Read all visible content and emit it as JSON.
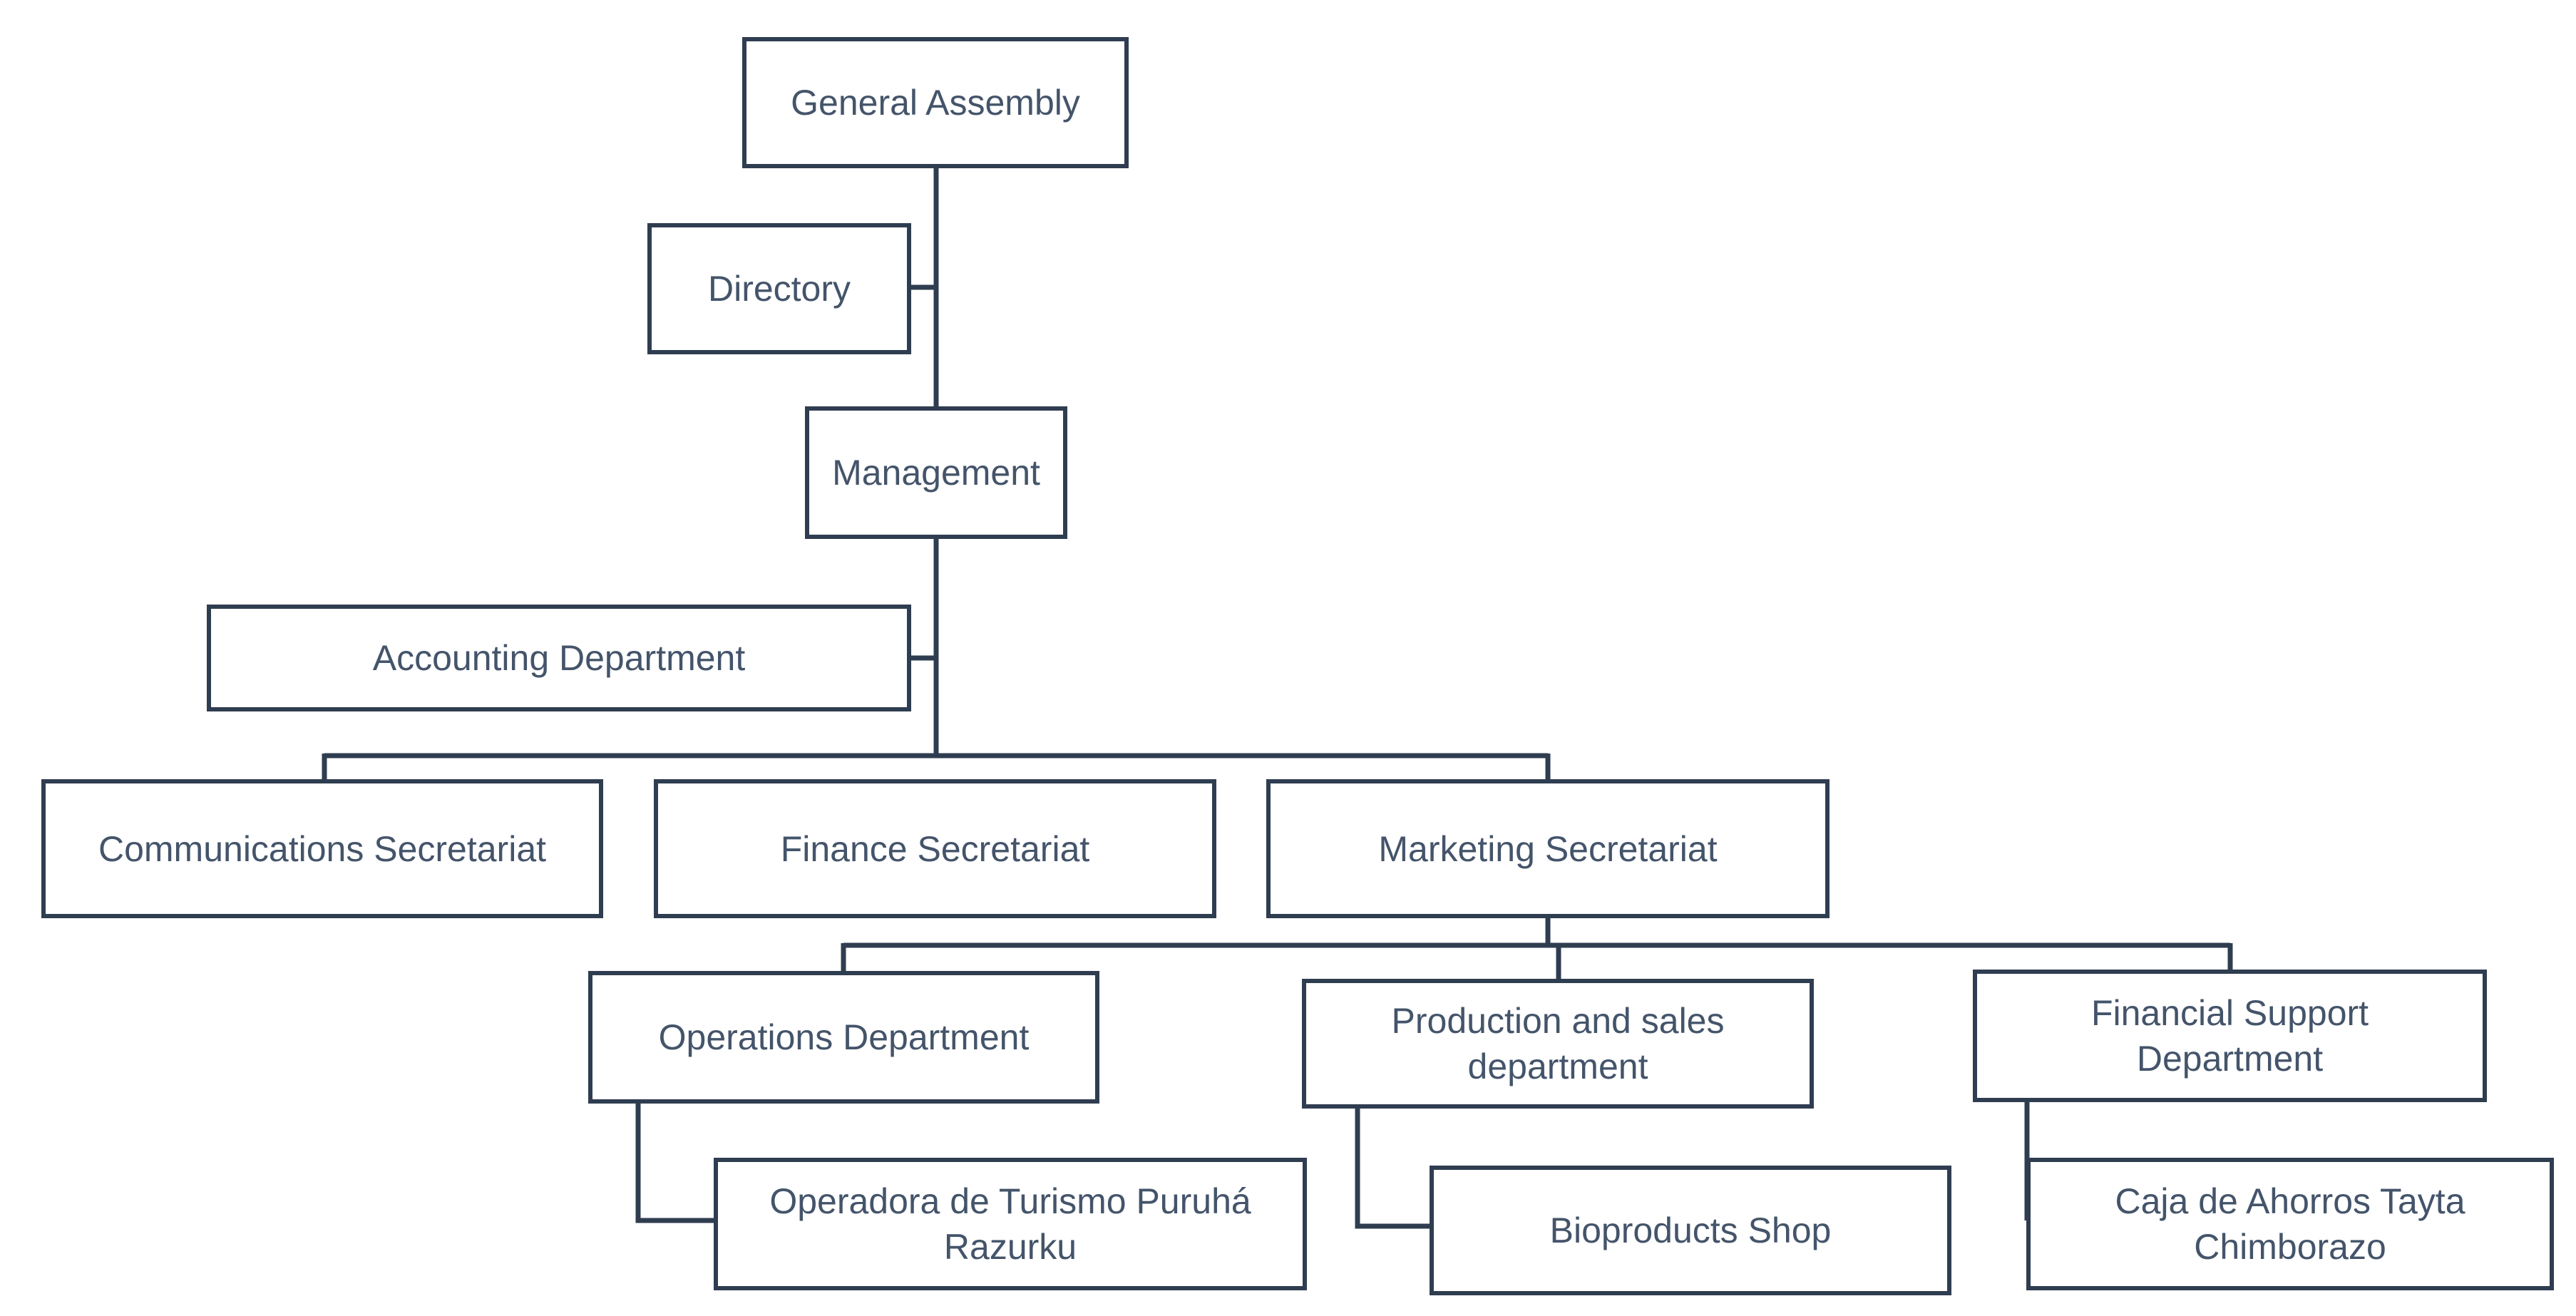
{
  "nodes": {
    "general_assembly": "General Assembly",
    "directory": "Directory",
    "management": "Management",
    "accounting_department": "Accounting Department",
    "communications_secretariat": "Communications Secretariat",
    "finance_secretariat": "Finance Secretariat",
    "marketing_secretariat": "Marketing Secretariat",
    "operations_department": "Operations Department",
    "production_and_sales_department": "Production and sales department",
    "financial_support_department": "Financial Support Department",
    "operadora_de_turismo": "Operadora de Turismo Puruhá Razurku",
    "bioproducts_shop": "Bioproducts Shop",
    "caja_de_ahorros": "Caja de Ahorros Tayta Chimborazo"
  },
  "colors": {
    "line": "#2f3d50",
    "text": "#44546a",
    "background": "#ffffff"
  }
}
